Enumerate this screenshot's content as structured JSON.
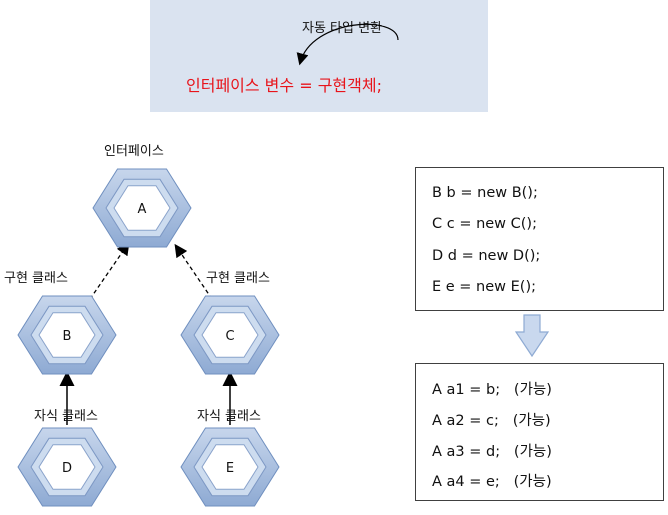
{
  "top": {
    "conversion_label": "자동 타입 변환",
    "formula": "인터페이스 변수 = 구현객체;"
  },
  "hierarchy": {
    "interface_label": "인터페이스",
    "impl_label_left": "구현 클래스",
    "impl_label_right": "구현 클래스",
    "child_label_left": "자식 클래스",
    "child_label_right": "자식 클래스",
    "nodes": {
      "A": "A",
      "B": "B",
      "C": "C",
      "D": "D",
      "E": "E"
    }
  },
  "code_top": {
    "lines": [
      "B b = new B();",
      "C c = new C();",
      "D d = new D();",
      "E e = new E();"
    ]
  },
  "code_bottom": {
    "lines": [
      "A a1 = b;   (가능)",
      "A a2 = c;   (가능)",
      "A a3 = d;   (가능)",
      "A a4 = e;   (가능)"
    ]
  },
  "colors": {
    "hex_fill": "#a7bfe0",
    "hex_inner": "#ffffff",
    "formula_color": "#e8141b",
    "box_bg": "#dae3f0",
    "arrow_fill": "#c9d8ee"
  }
}
